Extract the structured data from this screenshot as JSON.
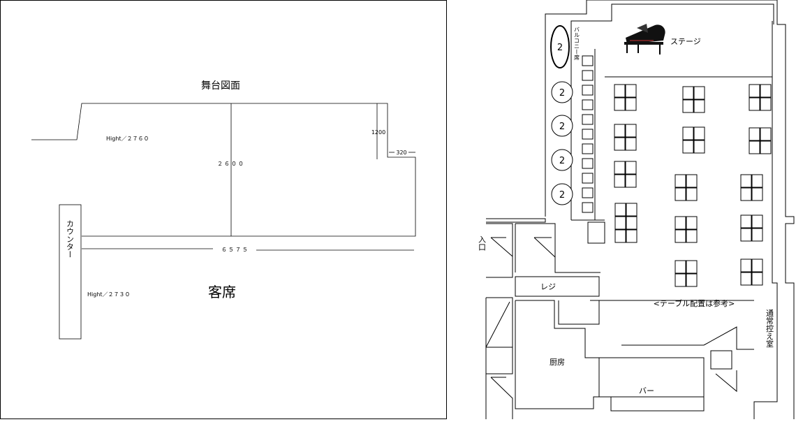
{
  "stage_drawing": {
    "title": "舞台図面",
    "height_stage": "Hight／２７６０",
    "height_floor": "Hight／２７３０",
    "dim_2600": "２６００",
    "dim_1200": "1200",
    "dim_320": "320",
    "dim_6575": "６５７５",
    "counter": "カウンター",
    "seating": "客席"
  },
  "floor_plan": {
    "stage": "ステージ",
    "balcony": "バルコニー席",
    "balcony_seat_count": "2",
    "entrance": "入口",
    "register": "レジ",
    "kitchen": "厨房",
    "bar": "バー",
    "waiting_room": "通常控え室",
    "table_note": "<テーブル配置は参考>"
  }
}
